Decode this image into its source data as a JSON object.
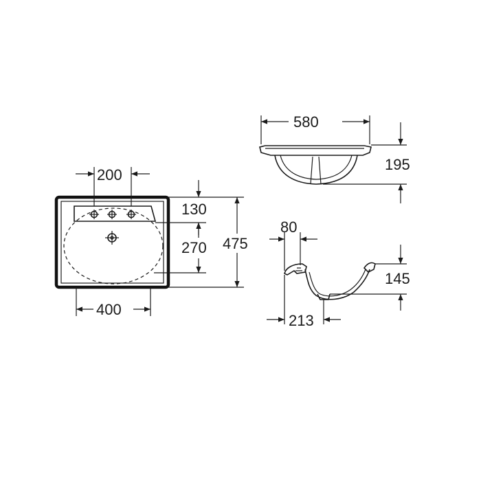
{
  "dimensions": {
    "top_width": "580",
    "side_height": "195",
    "tap_spacing": "200",
    "overflow_offset": "130",
    "bowl_depth": "270",
    "total_depth": "475",
    "bowl_width": "400",
    "rim_width": "80",
    "bowl_height": "145",
    "drain_offset": "213"
  },
  "colors": {
    "line": "#1a1a1a",
    "background": "#ffffff"
  }
}
